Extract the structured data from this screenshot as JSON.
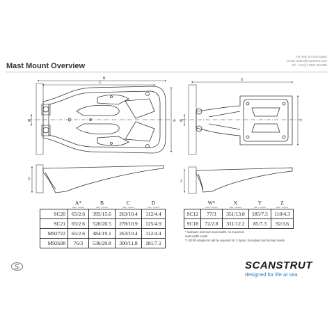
{
  "title": "Mast Mount Overview",
  "contact": {
    "line1": "For help & information",
    "line2": "email: sales@scanstrut.com",
    "line3": "tel: +44 (0) 1392 351280"
  },
  "drawing_labels": {
    "left_top": {
      "A": "A",
      "B": "B",
      "C": "C"
    },
    "left_side": {
      "D": "D"
    },
    "right_top": {
      "W": "W",
      "X": "X",
      "Y": "Y"
    },
    "right_side": {
      "Z": "Z"
    }
  },
  "table_left": {
    "units": "mm / inches",
    "headers": [
      "A*",
      "B",
      "C",
      "D"
    ],
    "rows": [
      {
        "model": "SC20",
        "cells": [
          "65/2.6",
          "395/15.6",
          "263/10.4",
          "112/4.4"
        ]
      },
      {
        "model": "SC21",
        "cells": [
          "65/2.6",
          "520/20.5",
          "278/10.9",
          "125/4.9"
        ]
      },
      {
        "model": "M92722",
        "cells": [
          "65/2.6",
          "484/19.1",
          "263/10.4",
          "112/4.4"
        ]
      },
      {
        "model": "M92698",
        "cells": [
          "76/3",
          "530/20.8",
          "300/11.8",
          "181/7.1"
        ]
      }
    ]
  },
  "table_right": {
    "units": "mm / inches",
    "headers": [
      "W*",
      "X",
      "Y",
      "Z"
    ],
    "rows": [
      {
        "model": "SC12",
        "cells": [
          "77/3",
          "351/13.8",
          "185/7.5",
          "110/4.3"
        ]
      },
      {
        "model": "SC18",
        "cells": [
          "72/2.8",
          "311/12.2",
          "85/7.3",
          "92/3.6"
        ]
      }
    ]
  },
  "notes": {
    "line1": "* Indicates minimum mast width, no maximum",
    "line2": "mast width exists.",
    "line3": "** SI100 Adapter kit will be required for 2 Spars, Eurospars and Isomat masts"
  },
  "brand": {
    "name": "SCANSTRUT",
    "tagline": "designed for life at sea",
    "tagline_color": "#2a7ab8"
  },
  "icons": {
    "corner_logo": "scanstrut-s-logo-icon"
  }
}
